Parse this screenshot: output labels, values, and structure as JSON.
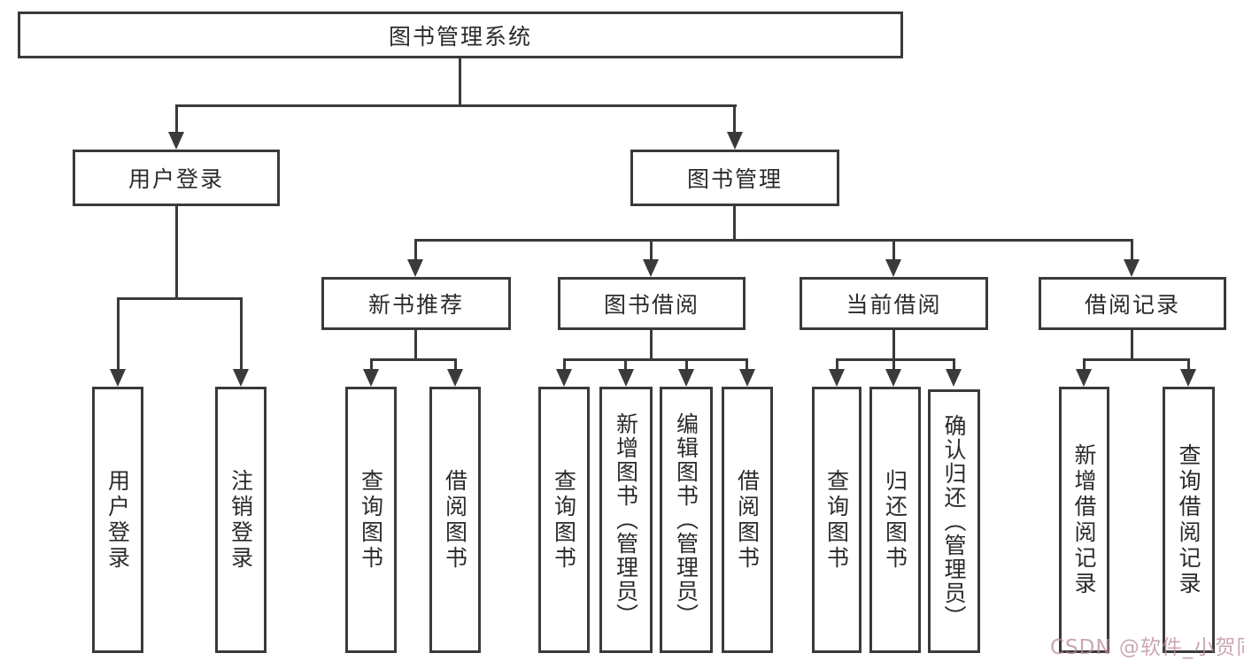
{
  "diagram": {
    "title": "图书管理系统",
    "type": "hierarchy-tree",
    "nodes": {
      "root": "图书管理系统",
      "user_login": "用户登录",
      "book_mgmt": "图书管理",
      "new_book": "新书推荐",
      "book_borrow": "图书借阅",
      "current_borrow": "当前借阅",
      "borrow_record": "借阅记录",
      "login": "用户登录",
      "logout": "注销登录",
      "nb_query": "查询图书",
      "nb_borrow": "借阅图书",
      "bb_query": "查询图书",
      "bb_add": "新增图书（管理员）",
      "bb_edit": "编辑图书（管理员）",
      "bb_borrow": "借阅图书",
      "cb_query": "查询图书",
      "cb_return": "归还图书",
      "cb_confirm": "确认归还（管理员）",
      "br_add": "新增借阅记录",
      "br_query": "查询借阅记录"
    },
    "structure": {
      "图书管理系统": [
        "用户登录",
        "图书管理"
      ],
      "用户登录": [
        "用户登录",
        "注销登录"
      ],
      "图书管理": [
        "新书推荐",
        "图书借阅",
        "当前借阅",
        "借阅记录"
      ],
      "新书推荐": [
        "查询图书",
        "借阅图书"
      ],
      "图书借阅": [
        "查询图书",
        "新增图书（管理员）",
        "编辑图书（管理员）",
        "借阅图书"
      ],
      "当前借阅": [
        "查询图书",
        "归还图书",
        "确认归还（管理员）"
      ],
      "借阅记录": [
        "新增借阅记录",
        "查询借阅记录"
      ]
    },
    "colors": {
      "line": "#3a3a3a",
      "background": "#ffffff",
      "text": "#2b2b2b",
      "watermark": "#ba8a94"
    }
  },
  "watermark": "CSDN @软件_小贺同学"
}
